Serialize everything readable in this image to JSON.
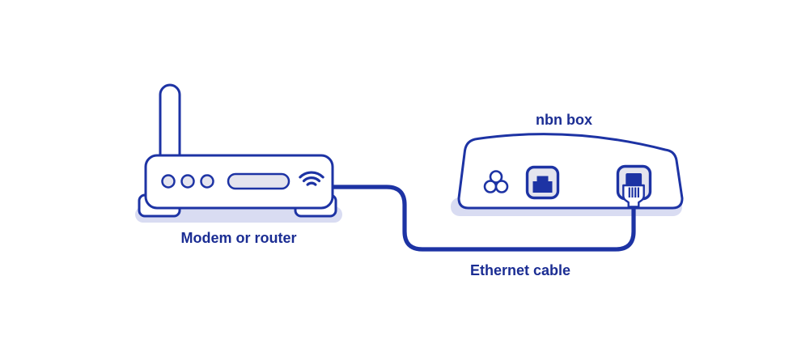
{
  "colors": {
    "line": "#1d33a4",
    "text": "#1b2d93",
    "shadow": "#d9dcf2",
    "panel": "#e4e4ee",
    "bg": "#ffffff"
  },
  "diagram": {
    "type": "network-connection-diagram",
    "devices": [
      {
        "id": "modem-router",
        "label": "Modem or router",
        "features": [
          "antenna",
          "indicator-lights",
          "status-display",
          "wifi-icon"
        ]
      },
      {
        "id": "nbn-box",
        "label": "nbn box",
        "features": [
          "nbn-logo-icon",
          "ethernet-port-icon",
          "plugged-port-icon"
        ]
      }
    ],
    "connection": {
      "label": "Ethernet cable",
      "from": "modem-router",
      "to": "nbn-box"
    }
  }
}
